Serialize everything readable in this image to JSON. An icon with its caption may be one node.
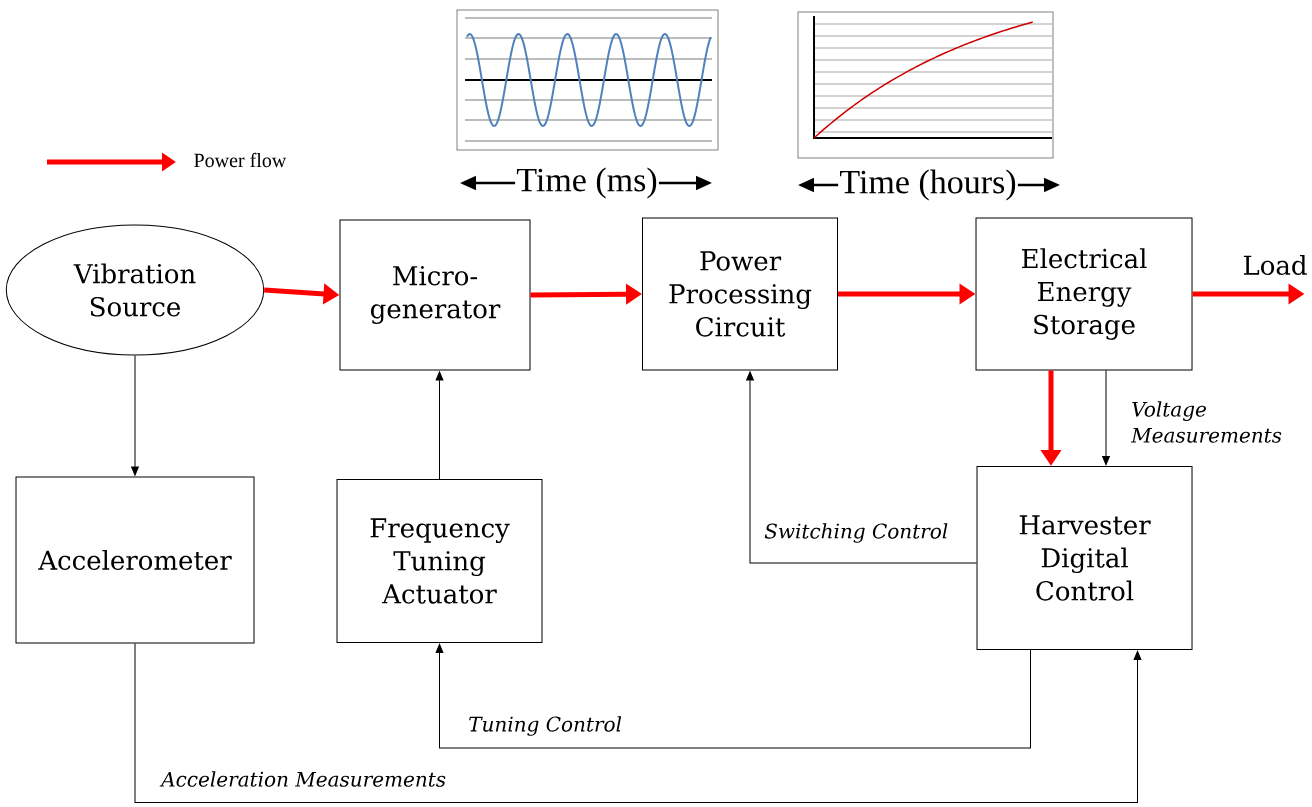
{
  "diagram": {
    "nodes": [
      {
        "text": [
          "Vibration Source"
        ]
      },
      {
        "text": [
          "Micro-generator"
        ]
      },
      {
        "text": [
          "Power Processing Circuit"
        ]
      },
      {
        "text": [
          "Electrical Energy Storage"
        ]
      },
      {
        "text": [
          "Accelerometer"
        ]
      },
      {
        "text": [
          "Frequency Tuning Actuator"
        ]
      },
      {
        "text": [
          "Harvester Digital Control"
        ]
      }
    ],
    "edges": [
      {
        "from": 0,
        "to": 1,
        "arrow": "to",
        "style": "thick",
        "color": "#ff0000"
      },
      {
        "from": 1,
        "to": 2,
        "arrow": "to",
        "style": "thick",
        "color": "#ff0000"
      },
      {
        "from": 2,
        "to": 3,
        "arrow": "to",
        "style": "thick",
        "color": "#ff0000"
      },
      {
        "from": 3,
        "to": null,
        "arrow": "to",
        "label": "Load",
        "style": "thick",
        "color": "#ff0000"
      },
      {
        "from": 3,
        "to": 6,
        "arrow": "to",
        "style": "thick",
        "color": "#ff0000"
      },
      {
        "from": 3,
        "to": 6,
        "arrow": "to",
        "label": "Voltage Measurements"
      },
      {
        "from": 0,
        "to": 4,
        "arrow": "to"
      },
      {
        "from": 5,
        "to": 1,
        "arrow": "to"
      },
      {
        "from": 6,
        "to": 2,
        "arrow": "to",
        "label": "Switching Control"
      },
      {
        "from": 6,
        "to": 5,
        "arrow": "to",
        "label": "Tuning Control"
      },
      {
        "from": 4,
        "to": 6,
        "arrow": "to",
        "label": "Acceleration Measurements"
      }
    ],
    "labels": [
      "Time (ms)",
      "Time (hours)"
    ],
    "legend": [
      {
        "text": "Power flow"
      }
    ]
  }
}
